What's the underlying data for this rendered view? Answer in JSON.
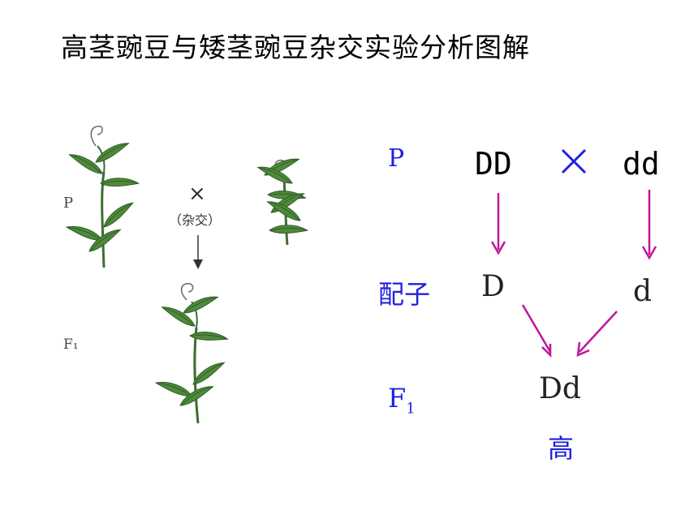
{
  "title": "高茎豌豆与矮茎豌豆杂交实验分析图解",
  "illustration": {
    "label_p": "P",
    "label_f1": "F₁",
    "cross_symbol": "×",
    "cross_text": "（杂交）"
  },
  "diagram": {
    "row_p": "P",
    "row_gamete": "配子",
    "row_f1_main": "F",
    "row_f1_sub": "1",
    "parent1": "DD",
    "parent2": "dd",
    "cross_symbol": "×",
    "gamete1": "D",
    "gamete2": "d",
    "offspring": "Dd",
    "phenotype": "高"
  },
  "colors": {
    "label_blue": "#1f1fe0",
    "arrow_magenta": "#c0169a",
    "leaf_green": "#4f8a3a",
    "leaf_dark": "#2f5f27"
  }
}
